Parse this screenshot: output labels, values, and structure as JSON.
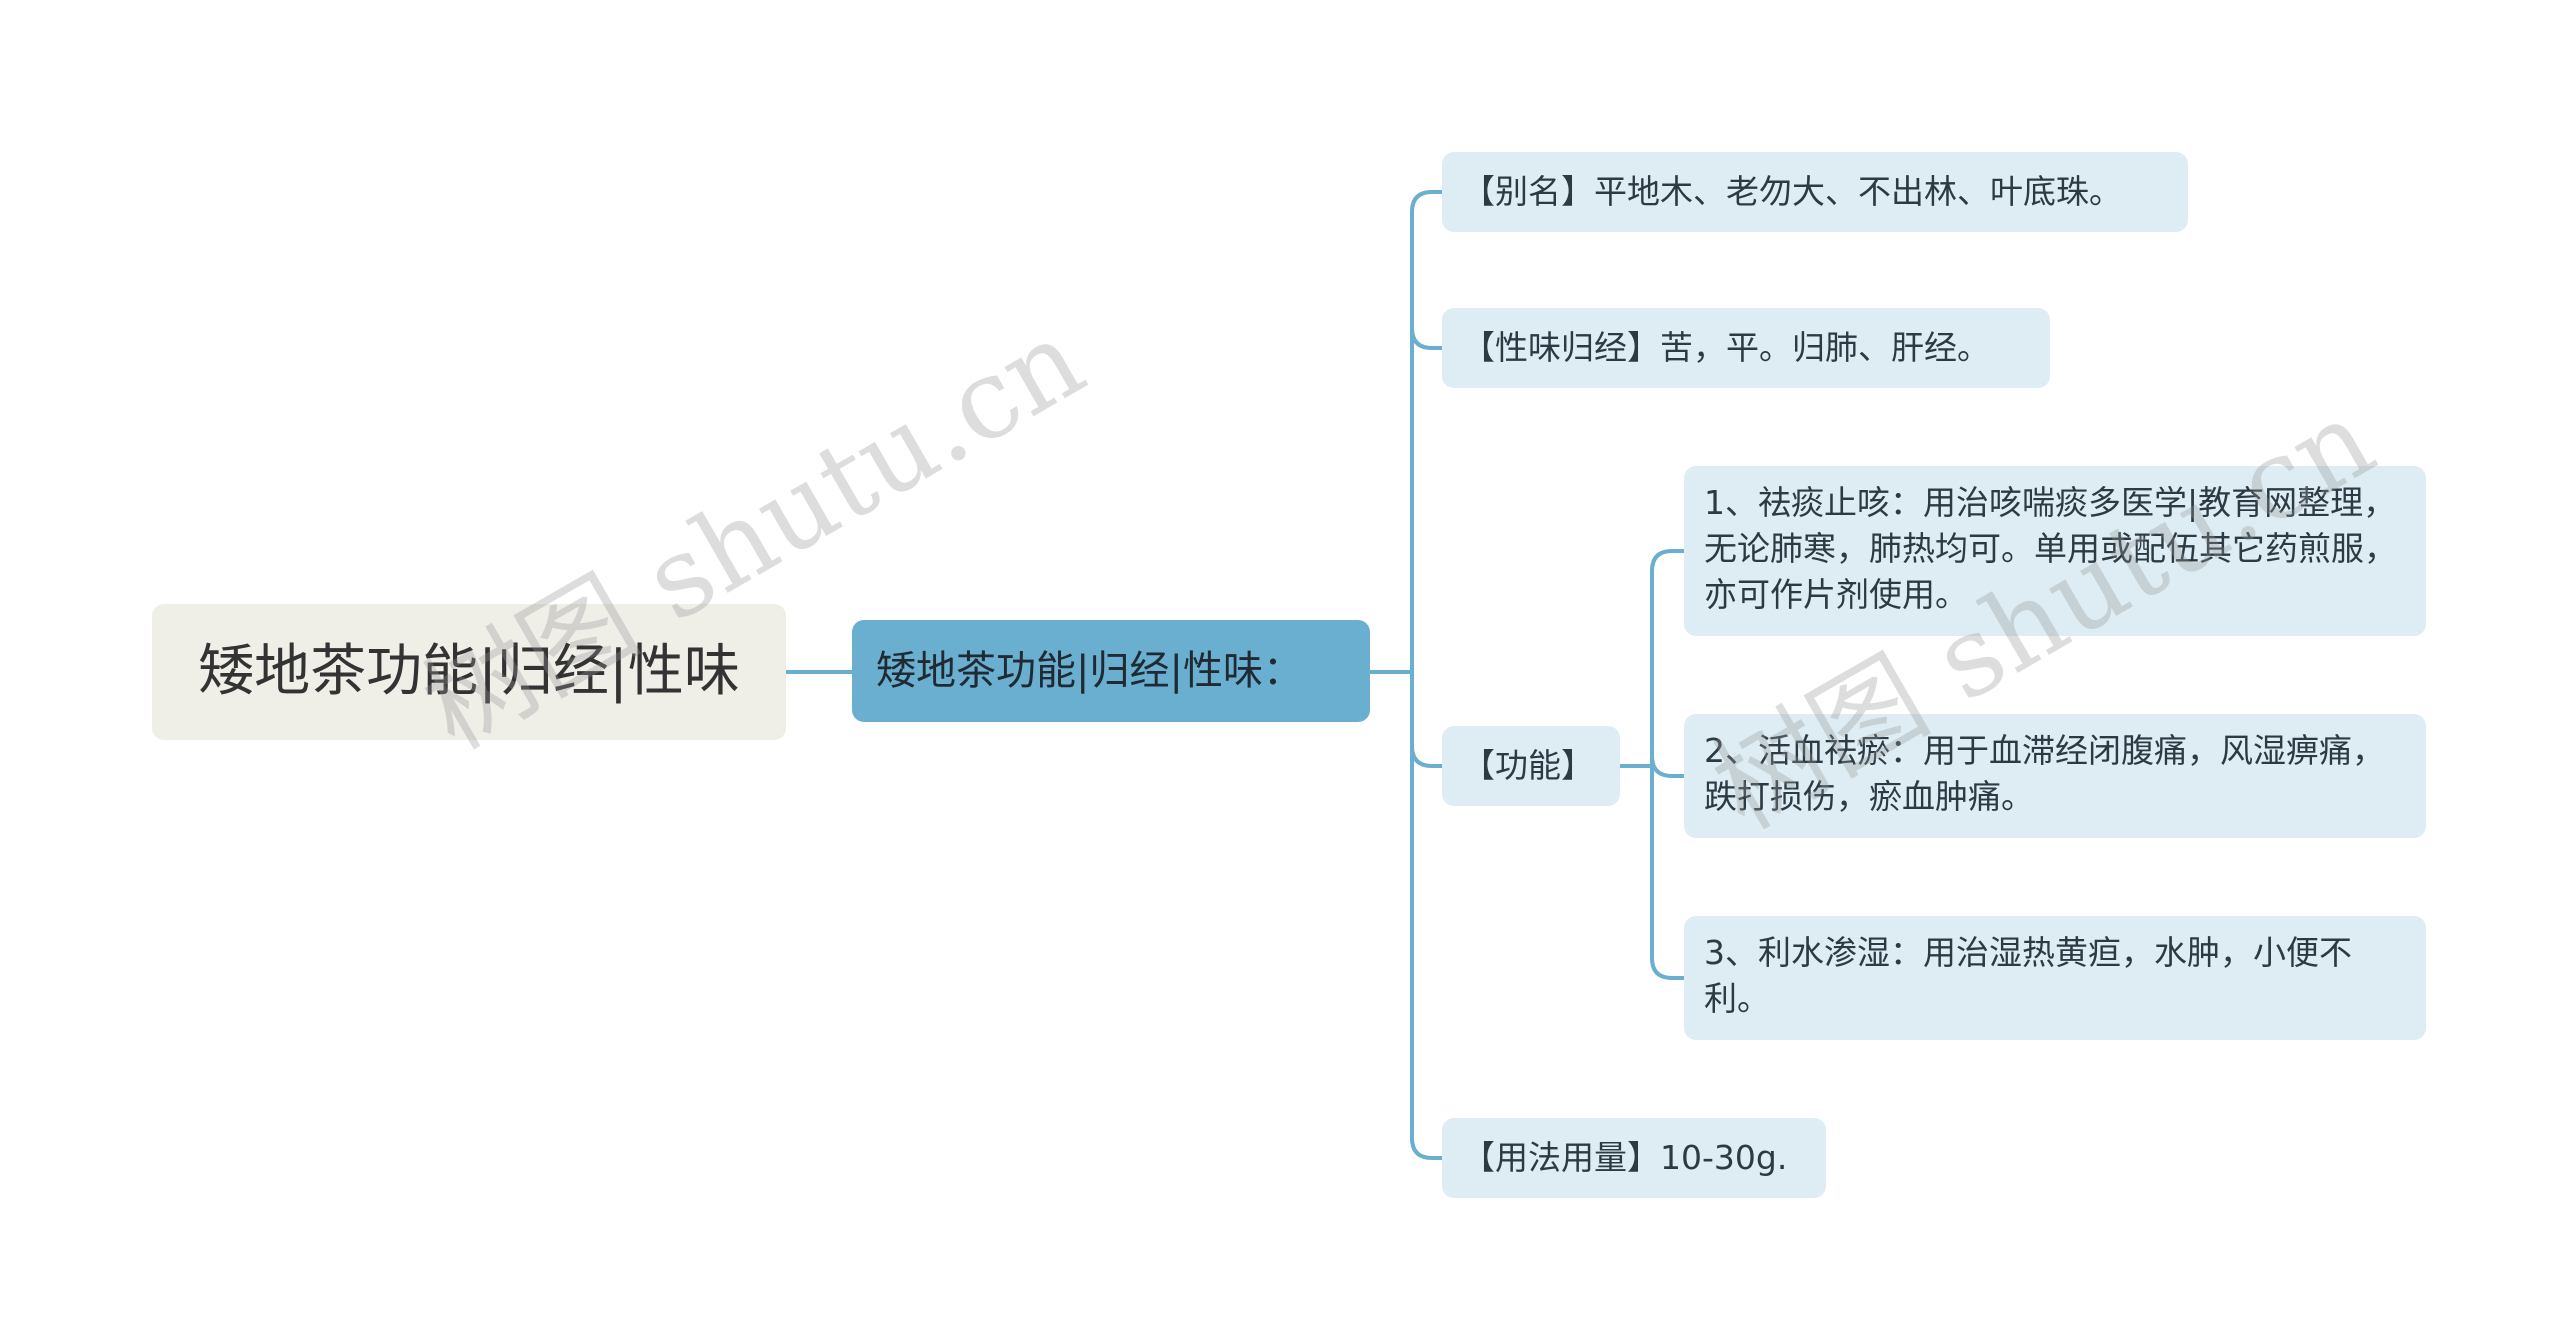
{
  "root": {
    "label": "矮地茶功能|归经|性味"
  },
  "main": {
    "label": "矮地茶功能|归经|性味："
  },
  "branches": [
    {
      "label": "【别名】平地木、老勿大、不出林、叶底珠。"
    },
    {
      "label": "【性味归经】苦，平。归肺、肝经。"
    },
    {
      "label": "【功能】",
      "children": [
        {
          "label": "1、祛痰止咳：用治咳喘痰多医学|教育网整理，无论肺寒，肺热均可。单用或配伍其它药煎服，亦可作片剂使用。"
        },
        {
          "label": "2、活血祛瘀：用于血滞经闭腹痛，风湿痹痛，跌打损伤，瘀血肿痛。"
        },
        {
          "label": "3、利水渗湿：用治湿热黄疸，水肿，小便不利。"
        }
      ]
    },
    {
      "label": "【用法用量】10-30g."
    }
  ],
  "watermark": {
    "text": "树图 shutu.cn"
  },
  "colors": {
    "connector": "#6aaed0",
    "leaf_bg": "#deedf4",
    "main_bg": "#6aaed0",
    "root_bg": "#efeee7"
  }
}
